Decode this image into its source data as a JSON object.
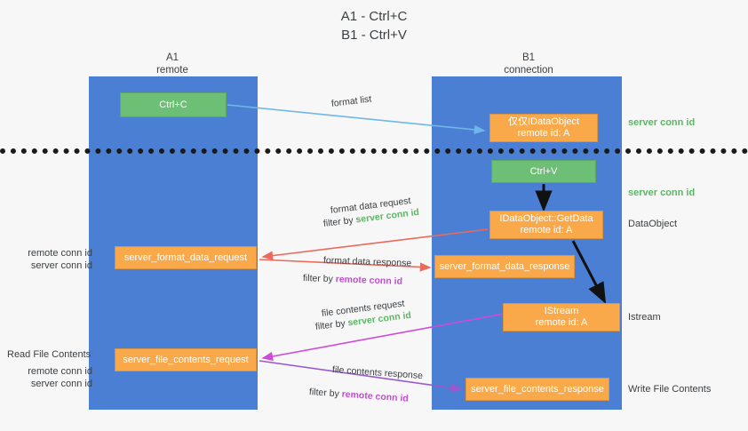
{
  "title": "A1 - Ctrl+C\nB1 - Ctrl+V",
  "columns": [
    {
      "name": "A1",
      "role": "remote",
      "text": "A1\nremote"
    },
    {
      "name": "B1",
      "role": "connection",
      "text": "B1\nconnection"
    }
  ],
  "nodes": {
    "ctrl_c": "Ctrl+C",
    "idataobject": "仅仅IDataObject\nremote id: A",
    "ctrl_v": "Ctrl+V",
    "getdata": "IDataObject::GetData\nremote id: A",
    "server_format_data_request": "server_format_data_request",
    "server_format_data_response": "server_format_data_response",
    "istream": "IStream\nremote id: A",
    "server_file_contents_request": "server_file_contents_request",
    "server_file_contents_response": "server_file_contents_response"
  },
  "right_labels": {
    "server_conn_id_top": "server conn id",
    "server_conn_id_mid": "server conn id",
    "dataobject": "DataObject",
    "istream": "Istream",
    "write_file_contents": "Write File Contents"
  },
  "left_labels": {
    "remote_conn_id_1": "remote conn id",
    "server_conn_id_1": "server conn id",
    "read_file_contents": "Read File Contents",
    "remote_conn_id_2": "remote conn id",
    "server_conn_id_2": "server conn id"
  },
  "flows": {
    "format_list": "format list",
    "format_data_request": "format data request",
    "format_data_request_filter_prefix": "filter by ",
    "format_data_request_filter_value": "server conn id",
    "format_data_response": "format data response",
    "format_data_response_filter_prefix": "filter by ",
    "format_data_response_filter_value": "remote conn id",
    "file_contents_request": "file contents request",
    "file_contents_request_filter_prefix": "filter by ",
    "file_contents_request_filter_value": "server conn id",
    "file_contents_response": "file contents response",
    "file_contents_response_filter_prefix": "filter by ",
    "file_contents_response_filter_value": "remote conn id"
  },
  "colors": {
    "lane": "#4a7fd4",
    "green_node": "#6dbf76",
    "orange_node": "#f9a94a",
    "green_text": "#5bb763",
    "purple_text": "#c14ed2",
    "arrow_blue": "#6fb7e8",
    "arrow_red": "#ea6a5e",
    "arrow_magenta": "#cf4ad8",
    "arrow_purple": "#9b59d0",
    "arrow_black": "#111111",
    "background": "#f7f7f7"
  }
}
